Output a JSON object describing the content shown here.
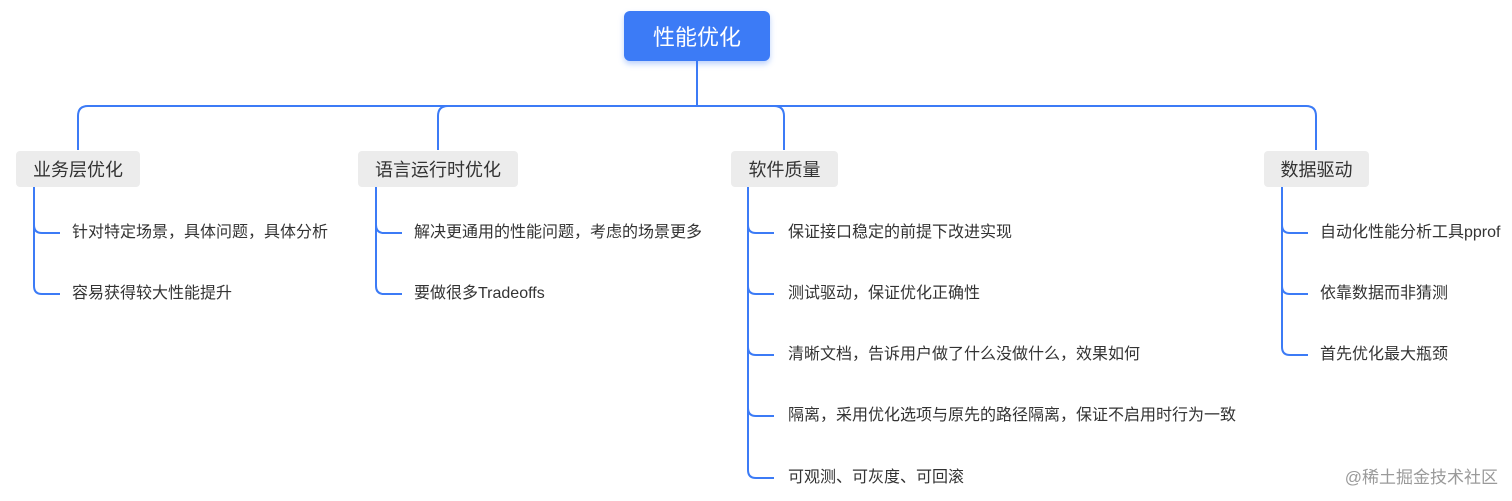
{
  "root": {
    "label": "性能优化"
  },
  "accent_color": "#3c7bf6",
  "branches": [
    {
      "label": "业务层优化",
      "children": [
        "针对特定场景，具体问题，具体分析",
        "容易获得较大性能提升"
      ]
    },
    {
      "label": "语言运行时优化",
      "children": [
        "解决更通用的性能问题，考虑的场景更多",
        "要做很多Tradeoffs"
      ]
    },
    {
      "label": "软件质量",
      "children": [
        "保证接口稳定的前提下改进实现",
        "测试驱动，保证优化正确性",
        "清晰文档，告诉用户做了什么没做什么，效果如何",
        "隔离，采用优化选项与原先的路径隔离，保证不启用时行为一致",
        "可观测、可灰度、可回滚"
      ]
    },
    {
      "label": "数据驱动",
      "children": [
        "自动化性能分析工具pprof",
        "依靠数据而非猜测",
        "首先优化最大瓶颈"
      ]
    }
  ],
  "watermark": "@稀土掘金技术社区"
}
